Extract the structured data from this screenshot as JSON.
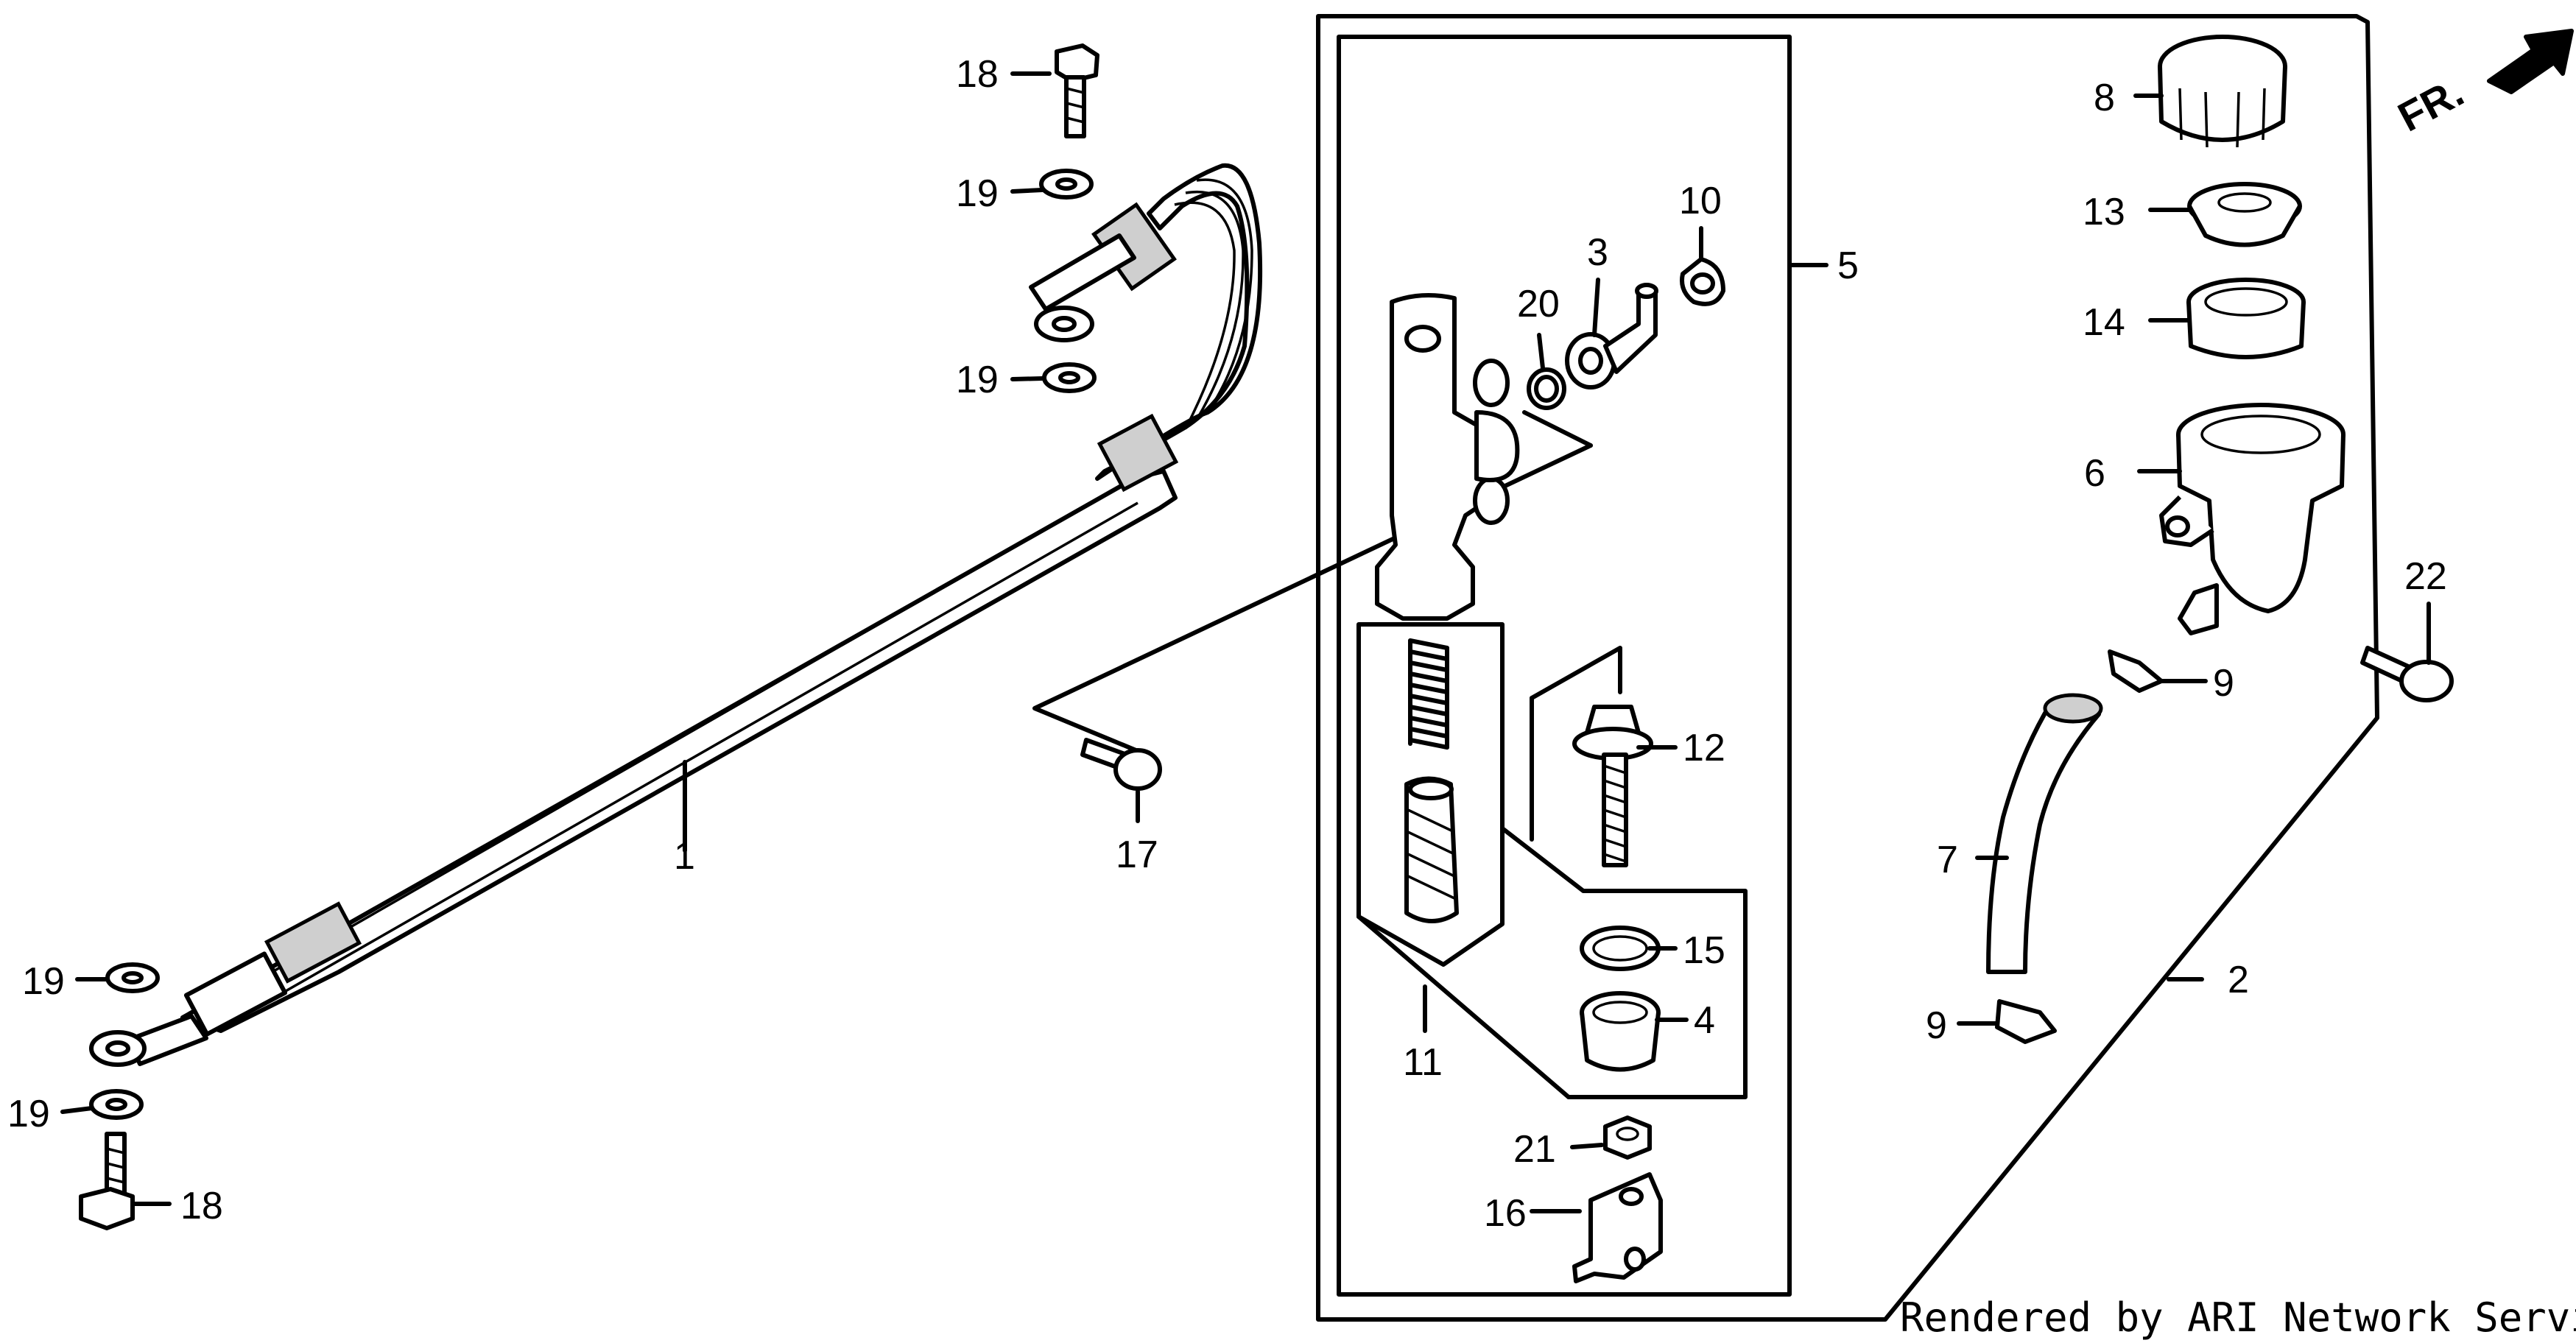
{
  "diagram": {
    "orientation_label": "FR.",
    "credit": "Rendered by ARI Network Services, Inc.",
    "callouts": {
      "c1": "1",
      "c2": "2",
      "c3": "3",
      "c4": "4",
      "c5": "5",
      "c6": "6",
      "c7": "7",
      "c8": "8",
      "c9a": "9",
      "c9b": "9",
      "c10": "10",
      "c11": "11",
      "c12": "12",
      "c13": "13",
      "c14": "14",
      "c15": "15",
      "c16": "16",
      "c17": "17",
      "c18a": "18",
      "c18b": "18",
      "c19a": "19",
      "c19b": "19",
      "c19c": "19",
      "c19d": "19",
      "c20": "20",
      "c21": "21",
      "c22": "22"
    }
  }
}
